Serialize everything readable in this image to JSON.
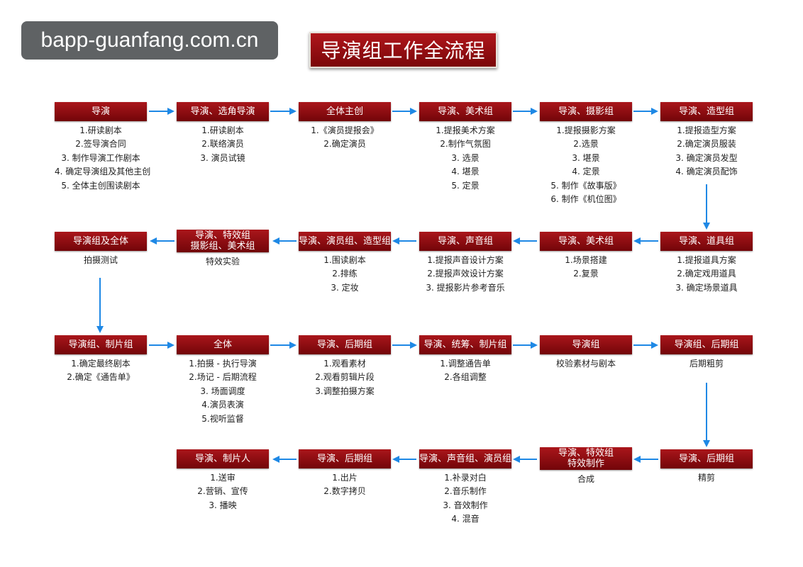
{
  "watermark": "bapp-guanfang.com.cn",
  "title": "导演组工作全流程",
  "arrow_color": "#1e88e5",
  "header_color": "#9e1015",
  "rows": [
    {
      "nodes": [
        {
          "header": "导演",
          "items": [
            "1.研读剧本",
            "2.签导演合同",
            "3. 制作导演工作剧本",
            "4. 确定导演组及其他主创",
            "5. 全体主创围读剧本"
          ]
        },
        {
          "header": "导演、选角导演",
          "items": [
            "1.研读剧本",
            "2.联络演员",
            "3. 演员试镜"
          ]
        },
        {
          "header": "全体主创",
          "items": [
            "1.《演员提报会》",
            "2.确定演员"
          ]
        },
        {
          "header": "导演、美术组",
          "items": [
            "1.提报美术方案",
            "2.制作气氛图",
            "3. 选景",
            "4. 堪景",
            "5. 定景"
          ]
        },
        {
          "header": "导演、摄影组",
          "items": [
            "1.提报摄影方案",
            "2.选景",
            "3. 堪景",
            "4. 定景",
            "5. 制作《故事版》",
            "6. 制作《机位图》"
          ]
        },
        {
          "header": "导演、造型组",
          "items": [
            "1.提报造型方案",
            "2.确定演员服装",
            "3. 确定演员发型",
            "4. 确定演员配饰"
          ]
        }
      ]
    },
    {
      "nodes": [
        {
          "header": "导演组及全体",
          "items": [
            "拍摄测试"
          ]
        },
        {
          "header": "导演、特效组 摄影组、美术组",
          "items": [
            "特效实验"
          ]
        },
        {
          "header": "导演、演员组、造型组",
          "items": [
            "1.围读剧本",
            "2.排练",
            "3. 定妆"
          ]
        },
        {
          "header": "导演、声音组",
          "items": [
            "1.提报声音设计方案",
            "2.提报声效设计方案",
            "3. 提报影片参考音乐"
          ]
        },
        {
          "header": "导演、美术组",
          "items": [
            "1.场景搭建",
            "2.复景"
          ]
        },
        {
          "header": "导演、道具组",
          "items": [
            "1.提报道具方案",
            "2.确定戏用道具",
            "3. 确定场景道具"
          ]
        }
      ]
    },
    {
      "nodes": [
        {
          "header": "导演组、制片组",
          "items": [
            "1.确定最终剧本",
            "2.确定《通告单》"
          ]
        },
        {
          "header": "全体",
          "items": [
            "1.拍摄 - 执行导演",
            "2.场记 - 后期流程",
            "3. 场面调度",
            "4.演员表演",
            "5.视听监督"
          ]
        },
        {
          "header": "导演、后期组",
          "items": [
            "1.观看素材",
            "2.观看剪辑片段",
            "3.调整拍摄方案"
          ]
        },
        {
          "header": "导演、统筹、制片组",
          "items": [
            "1.调整通告单",
            "2.各组调整"
          ]
        },
        {
          "header": "导演组",
          "items": [
            "校验素材与剧本"
          ]
        },
        {
          "header": "导演组、后期组",
          "items": [
            "后期粗剪"
          ]
        }
      ]
    },
    {
      "nodes": [
        {
          "header": "导演、制片人",
          "items": [
            "1.送审",
            "2.营销、宣传",
            "3. 播映"
          ]
        },
        {
          "header": "导演、后期组",
          "items": [
            "1.出片",
            "2.数字拷贝"
          ]
        },
        {
          "header": "导演、声音组、演员组",
          "items": [
            "1.补录对白",
            "2.音乐制作",
            "3. 音效制作",
            "4. 混音"
          ]
        },
        {
          "header": "导演、特效组 特效制作",
          "items": [
            "合成"
          ]
        },
        {
          "header": "导演、后期组",
          "items": [
            "精剪"
          ]
        }
      ]
    }
  ]
}
